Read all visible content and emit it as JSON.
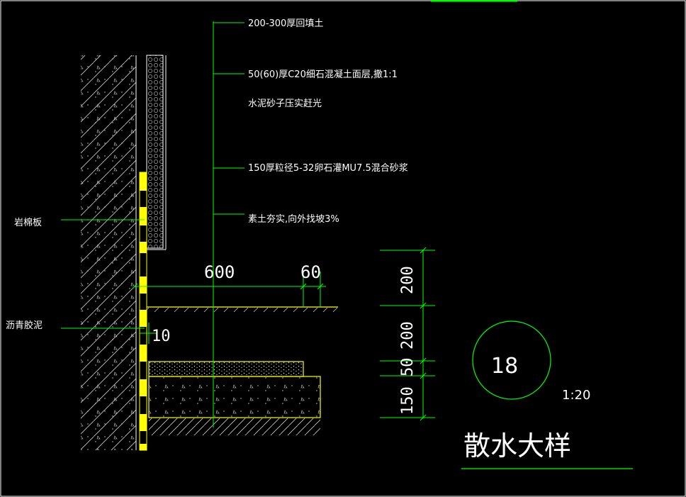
{
  "notes": {
    "backfill": "200-300厚回填土",
    "surface_1": "50(60)厚C20细石混凝土面层,撒1:1",
    "surface_2": "水泥砂子压实赶光",
    "gravel": "150厚粒径5-32卵石灌MU7.5混合砂浆",
    "soil": "素土夯实,向外找坡3%"
  },
  "labels": {
    "rock_wool": "岩棉板",
    "asphalt": "沥青胶泥"
  },
  "dimensions": {
    "width_600": "600",
    "width_60": "60",
    "gap_10": "10",
    "v_200_top": "200",
    "v_200_mid": "200",
    "v_50": "50",
    "v_150": "150"
  },
  "detail": {
    "number": "18",
    "scale": "1:20",
    "title": "散水大样"
  },
  "colors": {
    "background": "#000000",
    "line_green": "#00ff00",
    "outline_yellow": "#ffff00",
    "hatch_white": "#ffffff",
    "text_white": "#ffffff",
    "frame_magenta": "#ff00ff"
  }
}
